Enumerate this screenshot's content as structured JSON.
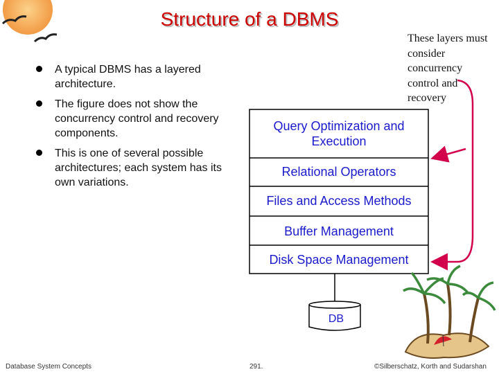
{
  "slide": {
    "title": "Structure of a DBMS",
    "bullets": [
      "A typical DBMS has a layered architecture.",
      "The figure does not show the concurrency control and recovery components.",
      "This is one of several possible architectures; each system has its own variations."
    ],
    "note": "These layers must consider concurrency control and recovery",
    "layers": [
      "Query Optimization and Execution",
      "Relational Operators",
      "Files and Access Methods",
      "Buffer Management",
      "Disk Space Management"
    ],
    "db_label": "DB"
  },
  "footer": {
    "left": "Database System Concepts",
    "center": "291.",
    "right": "©Silberschatz, Korth and Sudarshan"
  },
  "colors": {
    "title": "#cc0000",
    "layer_text": "#1a1acc",
    "arrow": "#d2004b",
    "sun": "#f5a04a"
  }
}
